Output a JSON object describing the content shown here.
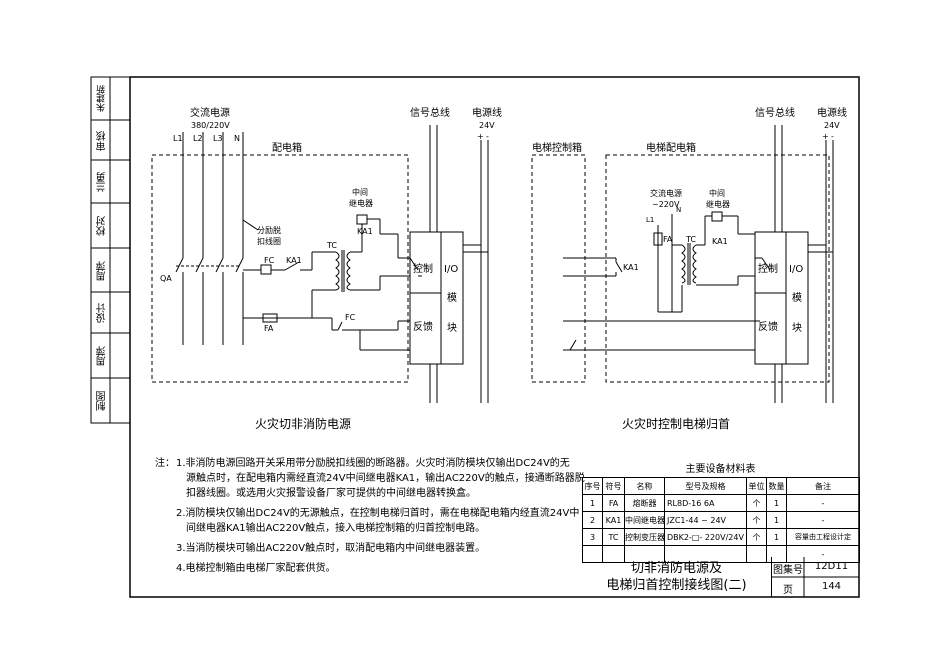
{
  "sidebar": {
    "roles": [
      "朱建新",
      "审核",
      "兰勇",
      "校对",
      "周萍",
      "设计",
      "周萍",
      "制图"
    ]
  },
  "left_diagram": {
    "ac_source_line1": "交流电源",
    "ac_source_line2": "380/220V",
    "phase_labels": [
      "L1",
      "L2",
      "L3",
      "N"
    ],
    "box_label": "配电箱",
    "breaker": "QA",
    "shunt_line1": "分励脱",
    "shunt_line2": "扣线圈",
    "fc1": "FC",
    "ka1_contact": "KA1",
    "tc": "TC",
    "fa": "FA",
    "fc2": "FC",
    "relay_line1": "中间",
    "relay_line2": "继电器",
    "relay_name": "KA1",
    "control": "控制",
    "feedback": "反馈",
    "io1": "I/O",
    "io2": "模",
    "io3": "块",
    "signal_bus": "信号总线",
    "power_line": "电源线",
    "power_v": "24V",
    "caption": "火灾切非消防电源"
  },
  "right_diagram": {
    "elevator_box": "电梯控制箱",
    "elevator_dist_box": "电梯配电箱",
    "ac_source_line1": "交流电源",
    "ac_source_line2": "~220V",
    "l1": "L1",
    "fa": "FA",
    "n": "N",
    "tc": "TC",
    "relay_line1": "中间",
    "relay_line2": "继电器",
    "relay_name": "KA1",
    "ka1_contact": "KA1",
    "control": "控制",
    "feedback": "反馈",
    "io1": "I/O",
    "io2": "模",
    "io3": "块",
    "signal_bus": "信号总线",
    "power_line": "电源线",
    "power_v": "24V",
    "caption": "火灾时控制电梯归首"
  },
  "notes": {
    "prefix": "注：",
    "lines": [
      "1.非消防电源回路开关采用带分励脱扣线圈的断路器。火灾时消防模块仅输出DC24V的无",
      "源触点时，在配电箱内需经直流24V中间继电器KA1，输出AC220V的触点，接通断路器脱",
      "扣器线圈。或选用火灾报警设备厂家可提供的中间继电器转换盒。",
      "2.消防模块仅输出DC24V的无源触点，在控制电梯归首时，需在电梯配电箱内经直流24V中",
      "间继电器KA1输出AC220V触点，接入电梯控制箱的归首控制电路。",
      "3.当消防模块可输出AC220V触点时，取消配电箱内中间继电器装置。",
      "4.电梯控制箱由电梯厂家配套供货。"
    ]
  },
  "material_table": {
    "caption": "主要设备材料表",
    "headers": [
      "序号",
      "符号",
      "名称",
      "型号及规格",
      "单位",
      "数量",
      "备注"
    ],
    "rows": [
      [
        "1",
        "FA",
        "熔断器",
        "RL8D-16 6A",
        "个",
        "1",
        "-"
      ],
      [
        "2",
        "KA1",
        "中间继电器",
        "JZC1-44 ~ 24V",
        "个",
        "1",
        "-"
      ],
      [
        "3",
        "TC",
        "控制变压器",
        "DBK2-□- 220V/24V",
        "个",
        "1",
        "容量由工程设计定"
      ],
      [
        "",
        "",
        "",
        "",
        "",
        "",
        "-"
      ]
    ]
  },
  "title_block": {
    "title_line1": "切非消防电源及",
    "title_line2": "电梯归首控制接线图(二)",
    "atlas_label": "图集号",
    "atlas_no": "12D11",
    "page_label": "页",
    "page_no": "144"
  }
}
